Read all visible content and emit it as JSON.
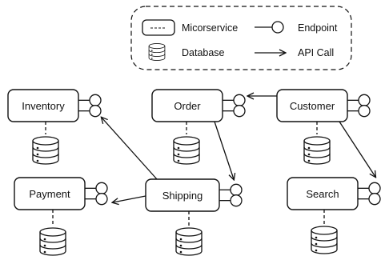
{
  "legend": {
    "microservice": "Micorservice",
    "endpoint": "Endpoint",
    "database": "Database",
    "api_call": "API Call"
  },
  "services": [
    {
      "id": "inventory",
      "label": "Inventory",
      "endpoints": 2,
      "has_database": true
    },
    {
      "id": "order",
      "label": "Order",
      "endpoints": 2,
      "has_database": true
    },
    {
      "id": "customer",
      "label": "Customer",
      "endpoints": 2,
      "has_database": true
    },
    {
      "id": "payment",
      "label": "Payment",
      "endpoints": 2,
      "has_database": true
    },
    {
      "id": "shipping",
      "label": "Shipping",
      "endpoints": 2,
      "has_database": true
    },
    {
      "id": "search",
      "label": "Search",
      "endpoints": 2,
      "has_database": true
    }
  ],
  "api_calls": [
    {
      "from": "customer",
      "to": "order"
    },
    {
      "from": "order",
      "to": "shipping"
    },
    {
      "from": "customer",
      "to": "search"
    },
    {
      "from": "shipping",
      "to": "inventory"
    },
    {
      "from": "shipping",
      "to": "payment"
    }
  ],
  "colors": {
    "stroke": "#111111",
    "fill": "#ffffff"
  }
}
